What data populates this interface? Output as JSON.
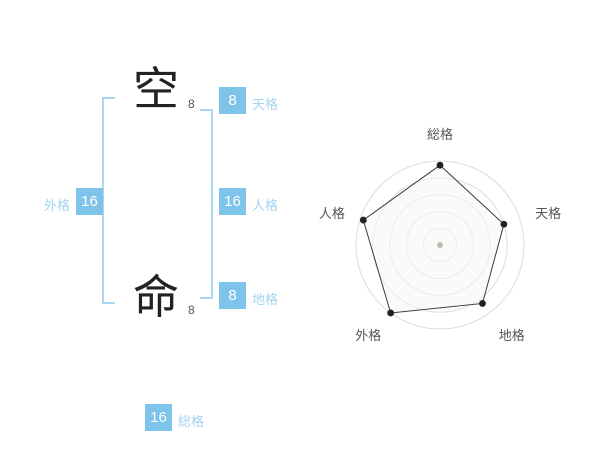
{
  "name_analysis": {
    "char1": "空",
    "char1_strokes": "8",
    "char2": "命",
    "char2_strokes": "8",
    "grids": {
      "tenkaku": {
        "value": "8",
        "label": "天格"
      },
      "jinkaku": {
        "value": "16",
        "label": "人格"
      },
      "chikaku": {
        "value": "8",
        "label": "地格"
      },
      "gaikaku": {
        "value": "16",
        "label": "外格"
      },
      "soukaku": {
        "value": "16",
        "label": "総格"
      }
    }
  },
  "chart_data": {
    "type": "radar",
    "categories": [
      "総格",
      "天格",
      "地格",
      "外格",
      "人格"
    ],
    "values": [
      95,
      80,
      86,
      100,
      96
    ],
    "value_max": 100,
    "angles_deg": [
      90,
      18,
      -54,
      -126,
      162
    ],
    "rings": 5,
    "title": "",
    "legend": "none",
    "colors": {
      "ring": "#dddddd",
      "line": "#3a3a3a",
      "dot": "#222222",
      "center_dot": "#b9bdb6",
      "fill": "rgba(246,246,243,0.55)",
      "axis_label": "#555555"
    }
  },
  "colors": {
    "accent_blue": "#7ec3ea",
    "label_blue": "#a5d4f0",
    "bracket_blue": "#a8d8f2"
  }
}
